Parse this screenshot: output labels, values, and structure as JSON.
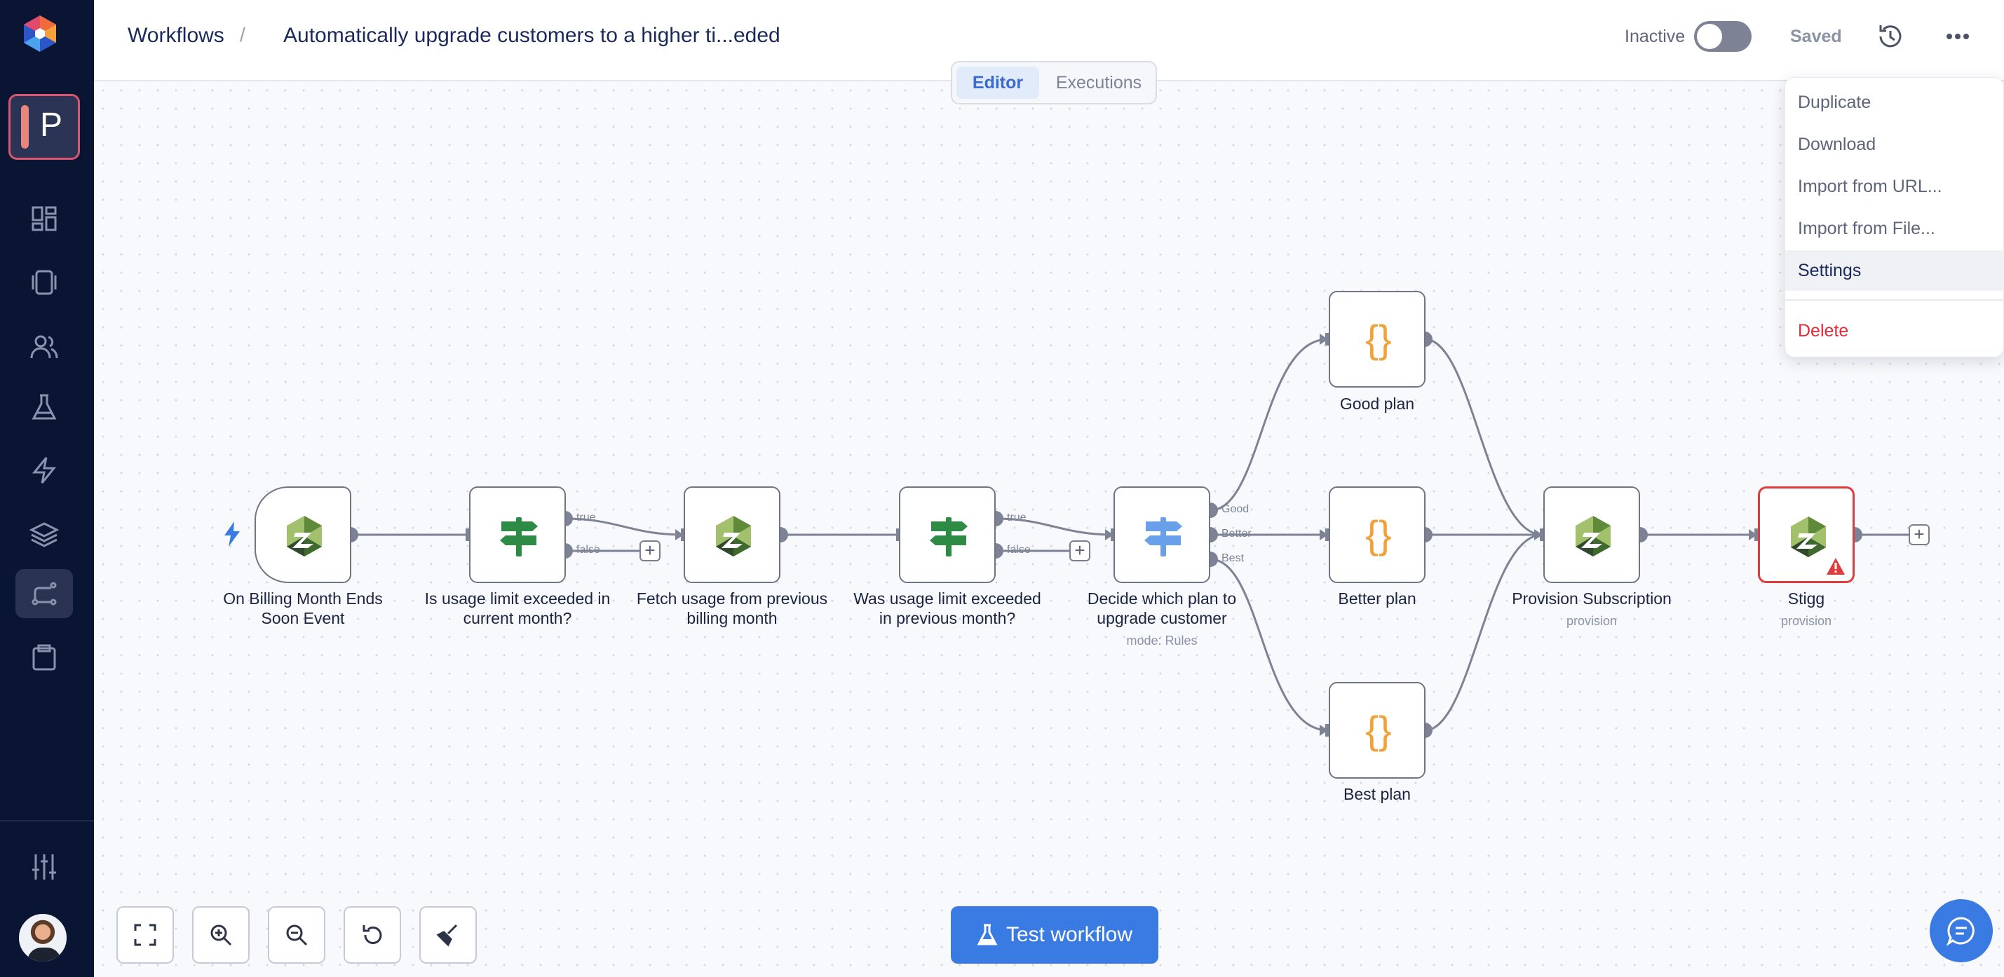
{
  "sidebar": {
    "project_initial": "P",
    "nav_icons": [
      "dashboard-icon",
      "templates-icon",
      "users-icon",
      "test-icon",
      "events-icon",
      "layers-icon",
      "workflows-icon",
      "clipboard-icon"
    ],
    "bottom_icons": [
      "settings-sliders-icon",
      "avatar"
    ]
  },
  "header": {
    "breadcrumb_root": "Workflows",
    "breadcrumb_sep": "/",
    "workflow_title": "Automatically upgrade customers to a higher ti...eded",
    "status_label": "Inactive",
    "active": false,
    "save_state": "Saved"
  },
  "tabs": {
    "editor": "Editor",
    "executions": "Executions",
    "selected": "Editor"
  },
  "menu": {
    "items": [
      "Duplicate",
      "Download",
      "Import from URL...",
      "Import from File...",
      "Settings"
    ],
    "highlighted": "Settings",
    "danger_item": "Delete"
  },
  "nodes": {
    "trigger": {
      "label_1": "On Billing Month Ends",
      "label_2": "Soon Event"
    },
    "if1": {
      "label_1": "Is usage limit exceeded in",
      "label_2": "current month?",
      "port_true": "true",
      "port_false": "false"
    },
    "fetch": {
      "label_1": "Fetch usage from previous",
      "label_2": "billing month"
    },
    "if2": {
      "label_1": "Was usage limit exceeded",
      "label_2": "in previous month?",
      "port_true": "true",
      "port_false": "false"
    },
    "switch": {
      "label_1": "Decide which plan to",
      "label_2": "upgrade customer",
      "sub": "mode: Rules",
      "port_good": "Good",
      "port_better": "Better",
      "port_best": "Best"
    },
    "good": {
      "label": "Good plan"
    },
    "better": {
      "label": "Better plan"
    },
    "best": {
      "label": "Best plan"
    },
    "provision": {
      "label": "Provision Subscription",
      "sub": "provision"
    },
    "stigg": {
      "label": "Stigg",
      "sub": "provision"
    }
  },
  "colors": {
    "sidebar_bg": "#0a1433",
    "accent": "#3a7be3",
    "if_icon": "#2e8b46",
    "switch_icon": "#6aa0ea",
    "code_icon": "#f0a13a",
    "error": "#e23b3b"
  },
  "controls": {
    "icons": [
      "fit-view-icon",
      "zoom-in-icon",
      "zoom-out-icon",
      "reset-zoom-icon",
      "tidy-up-icon"
    ],
    "test_button": "Test workflow"
  }
}
